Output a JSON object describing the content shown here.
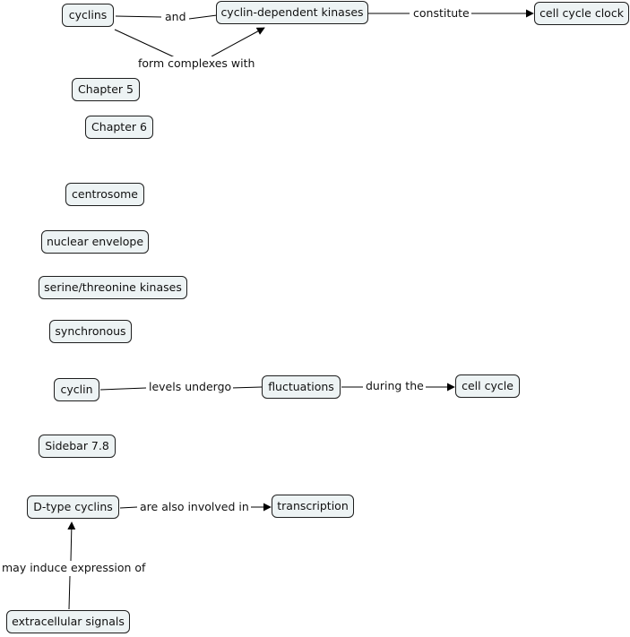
{
  "concepts": {
    "cyclins": "cyclins",
    "cdk": "cyclin-dependent kinases",
    "cell_cycle_clock": "cell cycle clock",
    "chapter5": "Chapter 5",
    "chapter6": "Chapter 6",
    "centrosome": "centrosome",
    "nuclear_envelope": "nuclear envelope",
    "serine_threonine": "serine/threonine kinases",
    "synchronous": "synchronous",
    "cyclin": "cyclin",
    "fluctuations": "fluctuations",
    "cell_cycle": "cell cycle",
    "sidebar": "Sidebar 7.8",
    "d_type_cyclins": "D-type cyclins",
    "transcription": "transcription",
    "extracellular_signals": "extracellular signals"
  },
  "links": {
    "and": "and",
    "constitute": "constitute",
    "form_complexes_with": "form complexes with",
    "levels_undergo": "levels undergo",
    "during_the": "during the",
    "are_also_involved_in": "are also involved in",
    "may_induce_expression_of": "may induce expression of"
  },
  "colors": {
    "node_fill": "#edf3f4",
    "node_border": "#1e1e1e",
    "line": "#000000"
  }
}
